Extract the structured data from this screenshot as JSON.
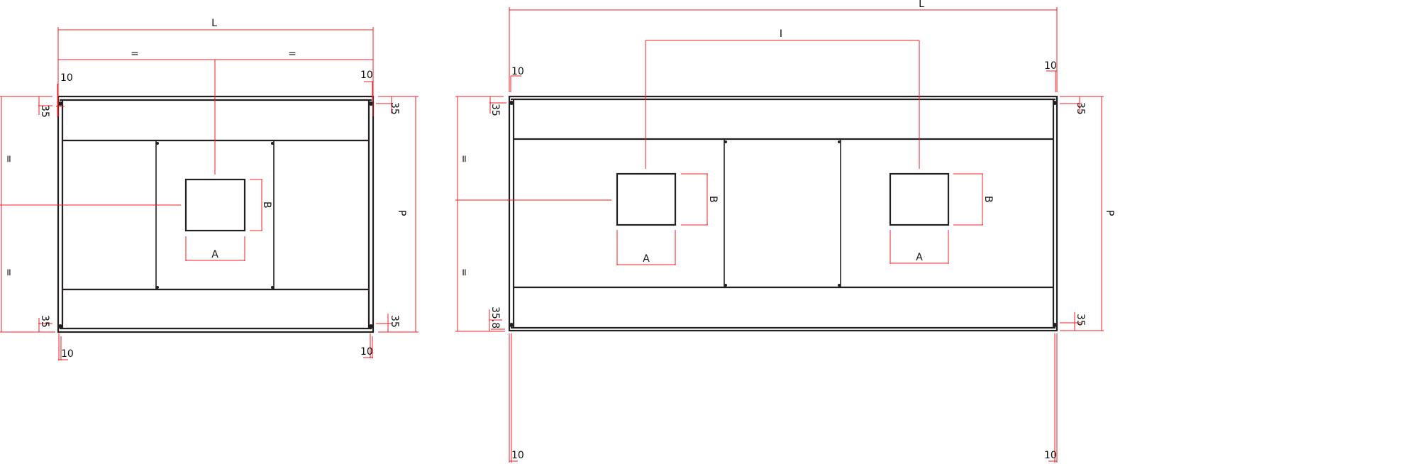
{
  "colors": {
    "outline": "#231f20",
    "dimension": "#ed1c24"
  },
  "left_drawing": {
    "length_label": "L",
    "equal_left": "=",
    "equal_right": "=",
    "offset_top_left": "10",
    "offset_top_right": "10",
    "offset_bottom_left": "10",
    "offset_bottom_right": "10",
    "rail_top_left": "35",
    "rail_top_right": "35",
    "rail_bottom_left": "35",
    "rail_bottom_right": "35",
    "equal_side_top": "=",
    "equal_side_bottom": "=",
    "opening_height": "B",
    "opening_width": "A",
    "depth_label": "P"
  },
  "right_drawing": {
    "length_label": "L",
    "spacing_label": "I",
    "offset_top_left": "10",
    "offset_top_right": "10",
    "offset_bottom_left": "10",
    "offset_bottom_right": "10",
    "rail_top_left": "35",
    "rail_top_right": "35",
    "rail_bottom_left": "35.8",
    "rail_bottom_right": "35",
    "equal_side_top": "=",
    "equal_side_bottom": "=",
    "opening1_height": "B",
    "opening1_width": "A",
    "opening2_height": "B",
    "opening2_width": "A",
    "depth_label": "P"
  }
}
